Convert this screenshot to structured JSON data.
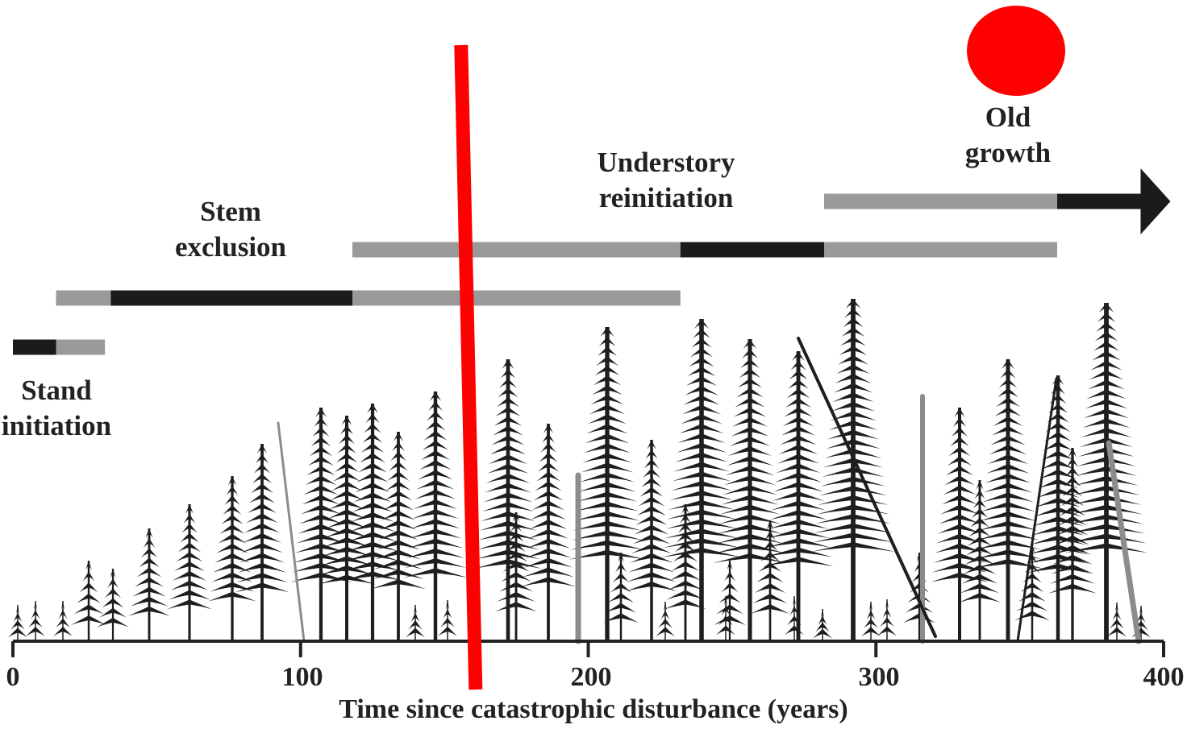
{
  "stages": [
    {
      "line1": "Stand",
      "line2": "initiation",
      "bar": [
        [
          0,
          15,
          "dark"
        ],
        [
          15,
          32,
          "light"
        ]
      ]
    },
    {
      "line1": "Stem",
      "line2": "exclusion",
      "bar": [
        [
          15,
          34,
          "light"
        ],
        [
          34,
          118,
          "dark"
        ],
        [
          118,
          232,
          "light"
        ]
      ]
    },
    {
      "line1": "Understory",
      "line2": "reinitiation",
      "bar": [
        [
          118,
          232,
          "light"
        ],
        [
          232,
          282,
          "dark"
        ],
        [
          282,
          363,
          "light"
        ]
      ]
    },
    {
      "line1": "Old",
      "line2": "growth",
      "bar": [
        [
          282,
          363,
          "light"
        ],
        [
          363,
          392,
          "dark"
        ]
      ]
    }
  ],
  "axis": {
    "title": "Time since catastrophic disturbance (years)",
    "min": 0,
    "max": 400,
    "ticks": [
      "0",
      "100",
      "200",
      "300",
      "400"
    ]
  },
  "markers": {
    "vertical_line_year": 160,
    "line_color": "#ff0000",
    "dot_color": "#ff0000"
  },
  "colors": {
    "dark_bar": "#1c1a1a",
    "light_bar": "#9a9a9a",
    "tree": "#1e1e1e",
    "snag": "#8c8c8c"
  }
}
